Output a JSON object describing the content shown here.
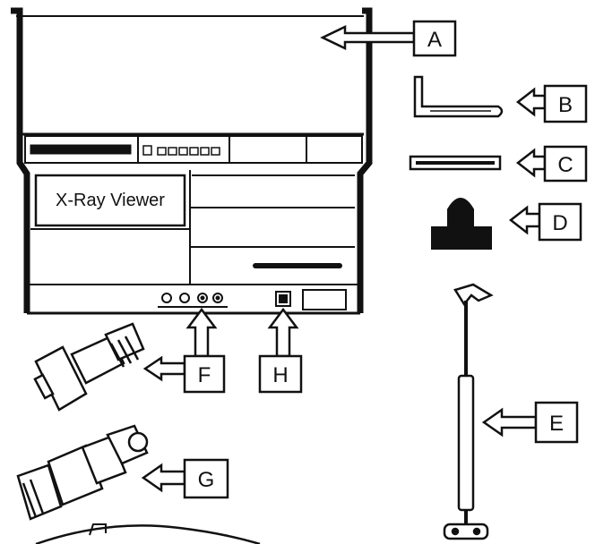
{
  "viewer": {
    "panel_label": "X-Ray Viewer"
  },
  "callouts": {
    "a": "A",
    "b": "B",
    "c": "C",
    "d": "D",
    "e": "E",
    "f": "F",
    "g": "G",
    "h": "H"
  },
  "colors": {
    "ink": "#111111",
    "paper": "#ffffff"
  }
}
